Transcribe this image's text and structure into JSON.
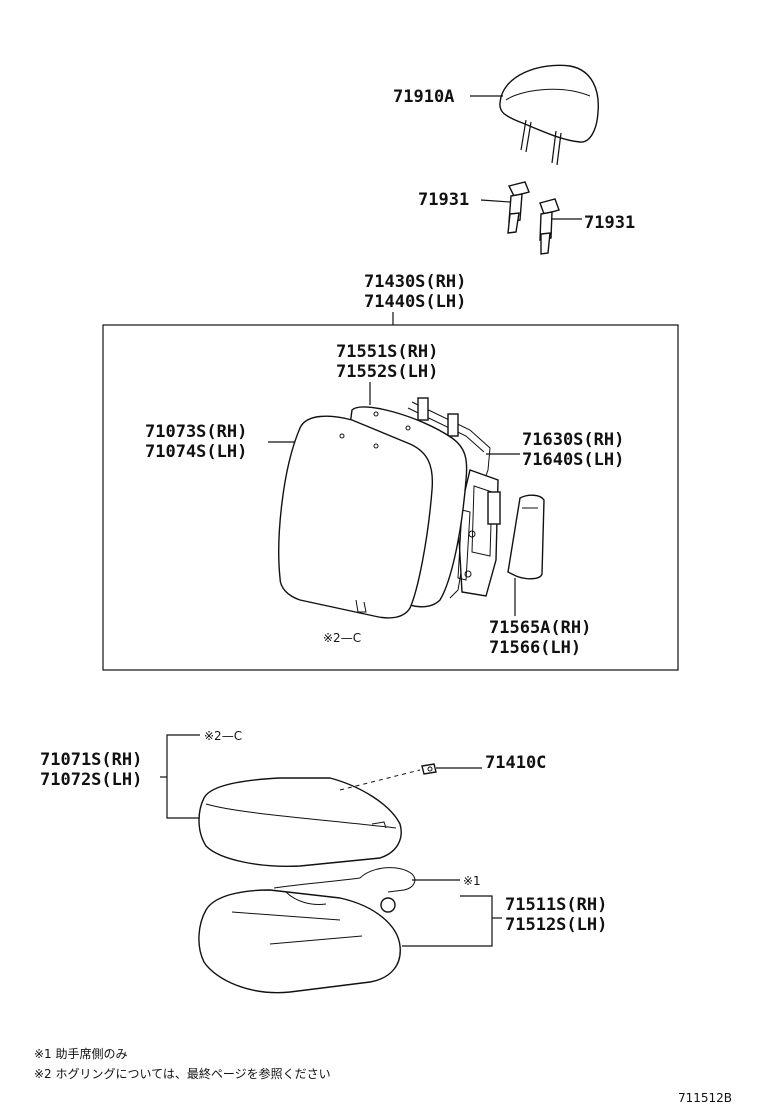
{
  "labels": {
    "headrest": "71910A",
    "support_left": "71931",
    "support_right": "71931",
    "back_assy_rh": "71430S(RH)",
    "back_assy_lh": "71440S(LH)",
    "back_pad_rh": "71551S(RH)",
    "back_pad_lh": "71552S(LH)",
    "back_cover_rh": "71073S(RH)",
    "back_cover_lh": "71074S(LH)",
    "back_frame_rh": "71630S(RH)",
    "back_frame_lh": "71640S(LH)",
    "board_rh": "71565A(RH)",
    "board_lh": "71566(LH)",
    "back_ref": "※2—C",
    "cushion_cover_rh": "71071S(RH)",
    "cushion_cover_lh": "71072S(LH)",
    "cushion_ref": "※2—C",
    "hog_ring": "71410C",
    "cushion_ref1": "※1",
    "cushion_rh": "71511S(RH)",
    "cushion_lh": "71512S(LH)"
  },
  "notes": {
    "note1": "※1 助手席側のみ",
    "note2": "※2 ホグリングについては、最終ページを参照ください"
  },
  "figure_id": "711512B"
}
